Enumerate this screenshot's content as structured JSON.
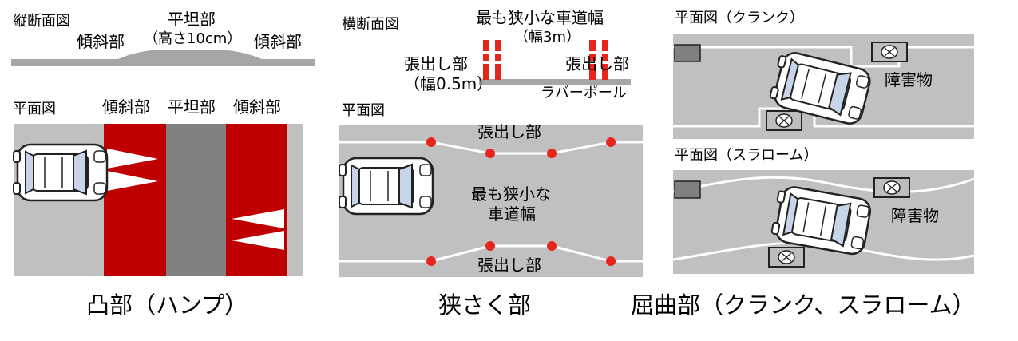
{
  "hump": {
    "longitudinal_title": "縦断面図",
    "plan_title": "平面図",
    "slope_label": "傾斜部",
    "flat_label": "平坦部",
    "flat_height": "（高さ10cm）",
    "caption": "凸部（ハンプ）"
  },
  "narrow": {
    "cross_title": "横断面図",
    "plan_title": "平面図",
    "min_width_label": "最も狭小な車道幅",
    "min_width_value": "（幅3m）",
    "overhang_label": "張出し部",
    "overhang_width": "（幅0.5m）",
    "rubber_pole": "ラバーポール",
    "min_width_line1": "最も狭小な",
    "min_width_line2": "車道幅",
    "caption": "狭さく部"
  },
  "bend": {
    "crank_title": "平面図（クランク）",
    "slalom_title": "平面図（スラローム）",
    "obstacle": "障害物",
    "caption": "屈曲部（クランク、スラローム）"
  },
  "colors": {
    "road": "#c0c0c0",
    "slope_red": "#c00000",
    "flat_gray": "#808080",
    "pole_red": "#e8251c"
  }
}
